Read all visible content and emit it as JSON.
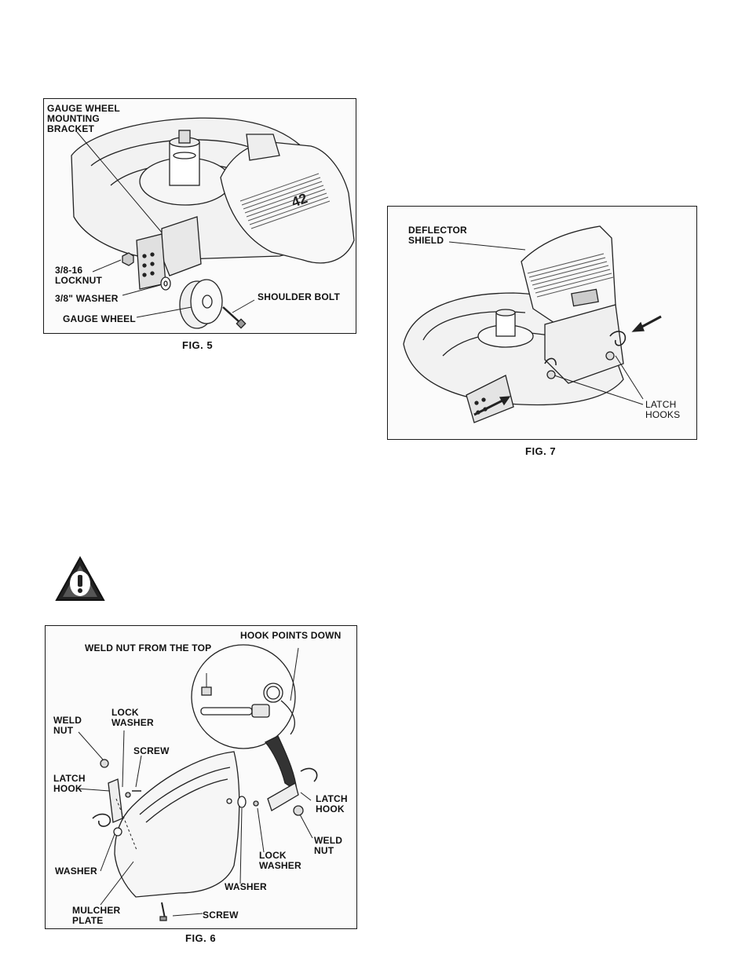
{
  "fig5": {
    "caption": "FIG. 5",
    "labels": {
      "bracket": "GAUGE WHEEL\nMOUNTING\nBRACKET",
      "locknut": "3/8-16\nLOCKNUT",
      "washer": "3/8\" WASHER",
      "wheel": "GAUGE WHEEL",
      "bolt": "SHOULDER BOLT",
      "deck_mark": "42"
    }
  },
  "fig7": {
    "caption": "FIG. 7",
    "labels": {
      "shield": "DEFLECTOR\nSHIELD",
      "hooks": "LATCH\nHOOKS"
    }
  },
  "fig6": {
    "caption": "FIG. 6",
    "labels": {
      "weld_top": "WELD NUT FROM THE TOP",
      "hook_down": "HOOK POINTS DOWN",
      "lock_washer_l": "LOCK\nWASHER",
      "weld_nut_l": "WELD\nNUT",
      "screw_l": "SCREW",
      "latch_hook_l": "LATCH\nHOOK",
      "washer_l": "WASHER",
      "mulcher": "MULCHER\nPLATE",
      "screw_b": "SCREW",
      "washer_r": "WASHER",
      "lock_washer_r": "LOCK\nWASHER",
      "weld_nut_r": "WELD\nNUT",
      "latch_hook_r": "LATCH\nHOOK"
    }
  }
}
